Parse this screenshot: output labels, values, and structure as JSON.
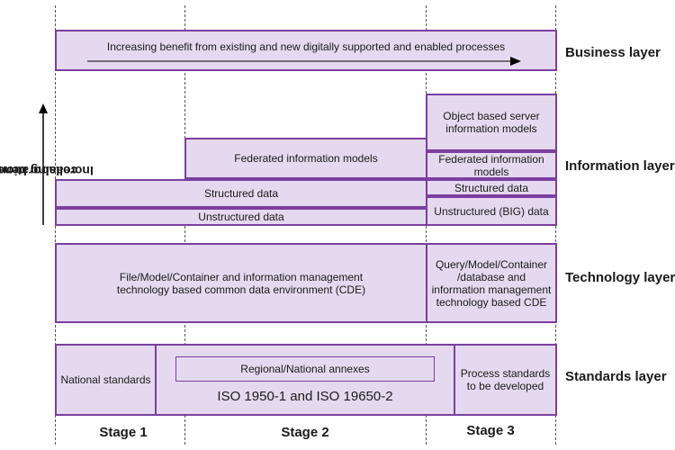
{
  "axis_label_line1": "Increasing benefit from",
  "axis_label_line2": "collaboration",
  "layers": {
    "business": "Business layer",
    "information": "Information layer",
    "technology": "Technology layer",
    "standards": "Standards layer"
  },
  "stages": [
    "Stage 1",
    "Stage 2",
    "Stage 3"
  ],
  "business_box": "Increasing benefit from existing and new digitally supported and enabled processes",
  "information": {
    "object_based": "Object based server information models",
    "federated_stage2": "Federated information models",
    "federated_stage3": "Federated information models",
    "structured_data": "Structured data",
    "structured_data_stage3": "Structured data",
    "unstructured_data": "Unstructured data",
    "unstructured_big": "Unstructured (BIG) data"
  },
  "technology": {
    "cde": "File/Model/Container and information management technology based common data environment (CDE)",
    "query_cde": "Query/Model/Container /database and information management technology based CDE"
  },
  "standards": {
    "national": "National standards",
    "regional_annexes": "Regional/National annexes",
    "iso": "ISO 1950-1 and ISO 19650-2",
    "process": "Process standards to be developed"
  },
  "colors": {
    "fill": "#e4d9ee",
    "border": "#7b3fa0"
  }
}
